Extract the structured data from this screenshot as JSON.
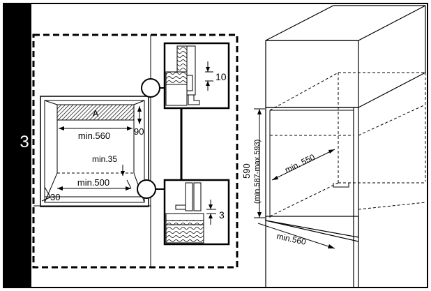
{
  "step_number": "3",
  "labels": {
    "panel_a": "A",
    "width_top": "min.560",
    "depth_90": "90",
    "gap_min35": "min.35",
    "depth_min500": "min.500",
    "offset_30": "30",
    "detail_top_10": "10",
    "detail_bottom_3": "3",
    "depth_min550": "min. 550",
    "height_590": "590",
    "height_range": "(min.587-max.593)",
    "width_bottom": "min.560"
  }
}
